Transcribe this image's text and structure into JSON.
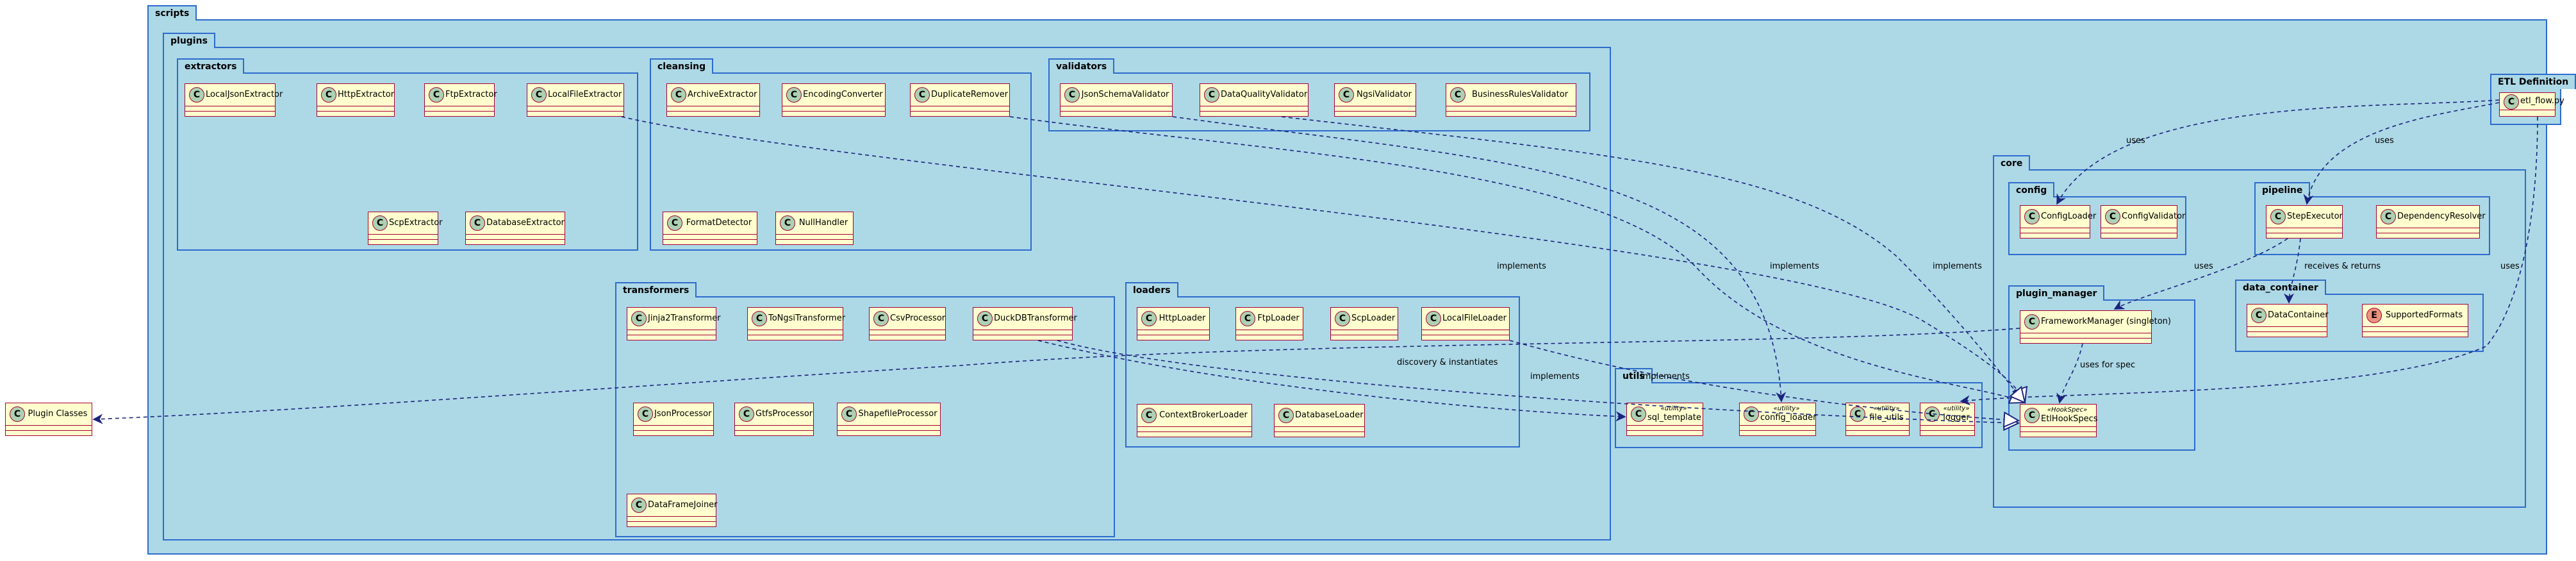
{
  "packages": {
    "scripts": "scripts",
    "plugins": "plugins",
    "extractors": "extractors",
    "cleansing": "cleansing",
    "validators": "validators",
    "transformers": "transformers",
    "loaders": "loaders",
    "utils": "utils",
    "core": "core",
    "config": "config",
    "pipeline": "pipeline",
    "plugin_manager": "plugin_manager",
    "data_container": "data_container",
    "etl_definition": "ETL Definition"
  },
  "classes": {
    "local_json_extractor": "LocalJsonExtractor",
    "http_extractor": "HttpExtractor",
    "ftp_extractor": "FtpExtractor",
    "local_file_extractor": "LocalFileExtractor",
    "scp_extractor": "ScpExtractor",
    "database_extractor": "DatabaseExtractor",
    "archive_extractor": "ArchiveExtractor",
    "encoding_converter": "EncodingConverter",
    "duplicate_remover": "DuplicateRemover",
    "format_detector": "FormatDetector",
    "null_handler": "NullHandler",
    "json_schema_validator": "JsonSchemaValidator",
    "data_quality_validator": "DataQualityValidator",
    "ngsi_validator": "NgsiValidator",
    "business_rules_validator": "BusinessRulesValidator",
    "jinja2_transformer": "Jinja2Transformer",
    "to_ngsi_transformer": "ToNgsiTransformer",
    "csv_processor": "CsvProcessor",
    "duckdb_transformer": "DuckDBTransformer",
    "json_processor": "JsonProcessor",
    "gtfs_processor": "GtfsProcessor",
    "shapefile_processor": "ShapefileProcessor",
    "dataframe_joiner": "DataFrameJoiner",
    "http_loader": "HttpLoader",
    "ftp_loader": "FtpLoader",
    "scp_loader": "ScpLoader",
    "local_file_loader": "LocalFileLoader",
    "context_broker_loader": "ContextBrokerLoader",
    "database_loader": "DatabaseLoader",
    "sql_template": "sql_template",
    "config_loader_util": "config_loader",
    "file_utils": "file_utils",
    "logger": "logger",
    "config_loader": "ConfigLoader",
    "config_validator": "ConfigValidator",
    "step_executor": "StepExecutor",
    "dependency_resolver": "DependencyResolver",
    "framework_manager": "FrameworkManager (singleton)",
    "etl_hook_specs": "EtlHookSpecs",
    "data_container": "DataContainer",
    "supported_formats": "SupportedFormats",
    "etl_flow": "etl_flow.py",
    "plugin_classes": "Plugin Classes"
  },
  "stereotypes": {
    "utility": "«utility»",
    "hookspec": "«HookSpec»"
  },
  "class_icons": {
    "class": "C",
    "enum": "E"
  },
  "edge_labels": {
    "uses_config": "uses",
    "uses_pipeline": "uses",
    "uses_plugin_manager": "uses",
    "uses_utils": "uses",
    "receives_returns": "receives & returns",
    "uses_for_spec": "uses for spec",
    "discovery": "discovery & instantiates",
    "implements_extractors": "implements",
    "implements_cleansing": "implements",
    "implements_validators": "implements",
    "implements_transformers": "implements",
    "implements_loaders": "implements"
  },
  "colors": {
    "package_fill": "#add8e6",
    "package_border": "#2d6ccd",
    "class_fill": "#fefece",
    "class_border": "#a80036",
    "class_icon": "#add1b2",
    "enum_icon": "#eb937f",
    "edge": "#1a237e"
  }
}
